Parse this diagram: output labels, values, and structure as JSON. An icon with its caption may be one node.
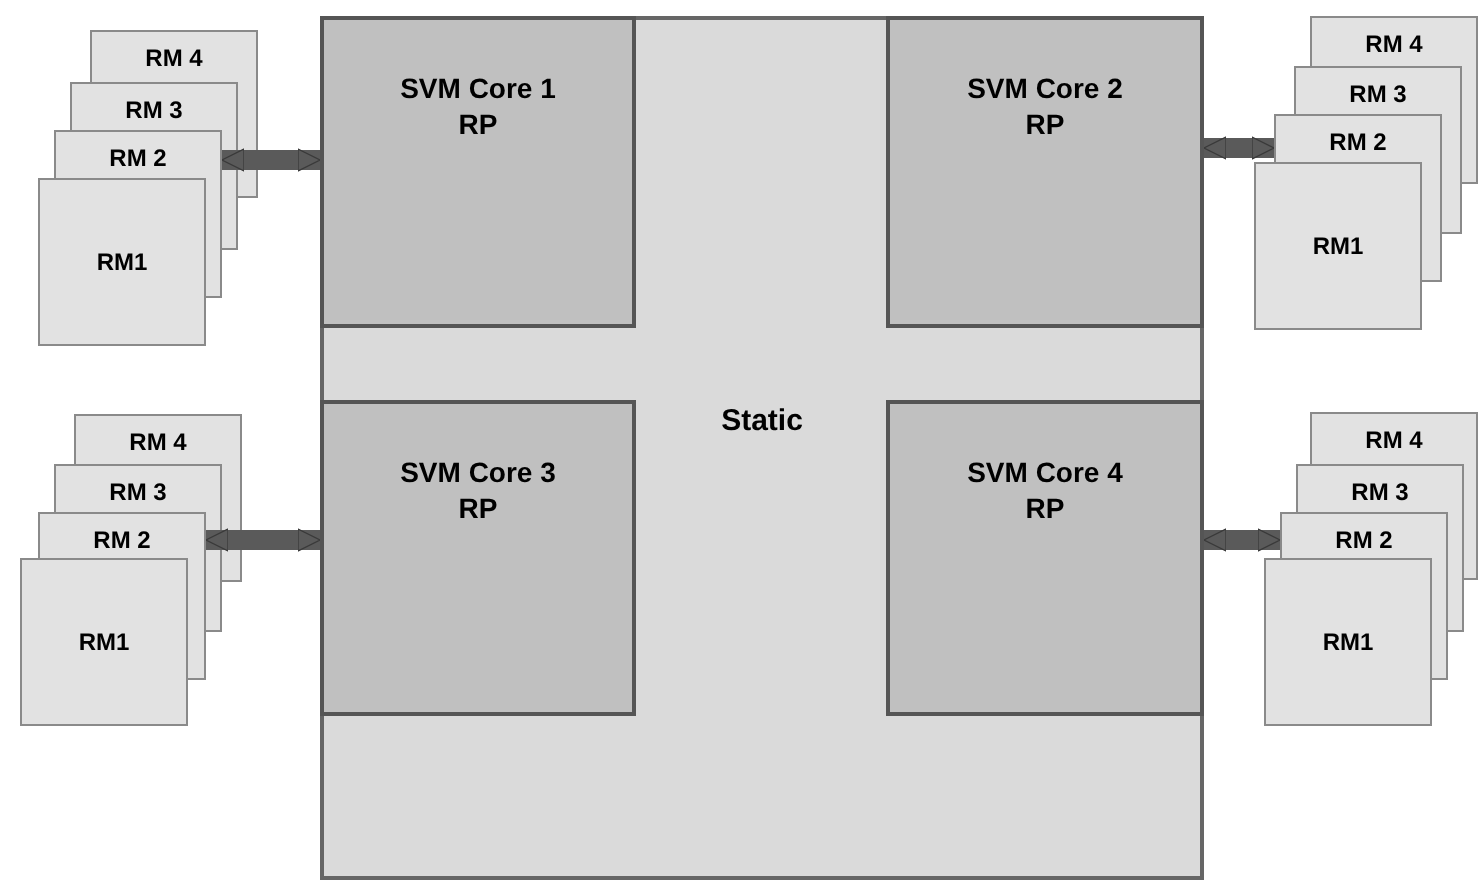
{
  "diagram": {
    "nodes": [
      {
        "text": [
          "RM 4"
        ]
      },
      {
        "text": [
          "RM 3"
        ]
      },
      {
        "text": [
          "RM 2"
        ]
      },
      {
        "text": [
          "RM1"
        ]
      },
      {
        "text": [
          "Static"
        ]
      },
      {
        "text": [
          "SVM Core 1 RP"
        ],
        "in": 4
      },
      {
        "text": [
          "SVM Core 2 RP"
        ],
        "in": 4
      },
      {
        "text": [
          "SVM Core 3 RP"
        ],
        "in": 4
      },
      {
        "text": [
          "SVM Core 4 RP"
        ],
        "in": 4
      },
      {
        "text": [
          "RM 4"
        ]
      },
      {
        "text": [
          "RM 3"
        ]
      },
      {
        "text": [
          "RM 2"
        ]
      },
      {
        "text": [
          "RM1"
        ]
      },
      {
        "text": [
          "RM 4"
        ]
      },
      {
        "text": [
          "RM 3"
        ]
      },
      {
        "text": [
          "RM 2"
        ]
      },
      {
        "text": [
          "RM1"
        ]
      },
      {
        "text": [
          "RM 4"
        ]
      },
      {
        "text": [
          "RM 3"
        ]
      },
      {
        "text": [
          "RM 2"
        ]
      },
      {
        "text": [
          "RM1"
        ]
      }
    ],
    "edges": [
      {
        "from": 5,
        "to": 2,
        "arrow": "both"
      },
      {
        "from": 6,
        "to": 11,
        "arrow": "both"
      },
      {
        "from": 7,
        "to": 15,
        "arrow": "both"
      },
      {
        "from": 8,
        "to": 19,
        "arrow": "both"
      }
    ]
  }
}
